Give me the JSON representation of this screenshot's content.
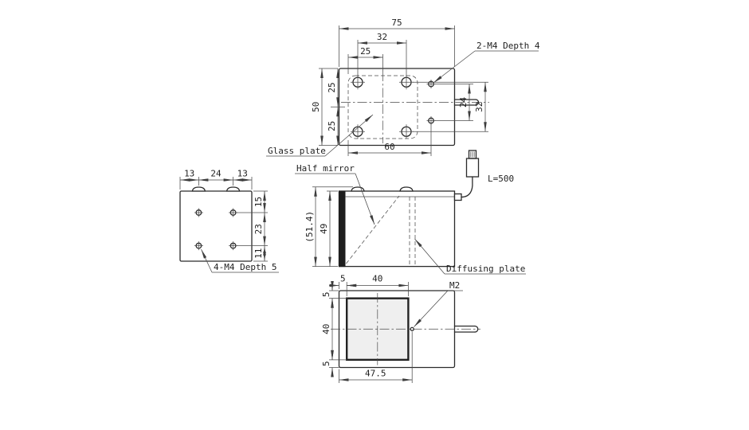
{
  "views": {
    "top": {
      "dim_width": "75",
      "dim_screw_span_x": "32",
      "dim_offset": "25",
      "dim_depth": "50",
      "dim_half_top": "25",
      "dim_half_bottom": "25",
      "dim_hole_pitch": "24",
      "dim_screw_span_y": "32",
      "dim_glass_to_hole": "60",
      "label_tap": "2-M4 Depth 4",
      "label_glass": "Glass plate"
    },
    "side": {
      "dim_left": "13",
      "dim_center": "24",
      "dim_right": "13",
      "dim_upper": "15",
      "dim_middle": "23",
      "dim_lower": "11",
      "label_tap": "4-M4 Depth 5"
    },
    "front": {
      "dim_overall_height": "(51.4)",
      "dim_body_height": "49",
      "label_half_mirror": "Half mirror",
      "label_diffusing_plate": "Diffusing plate",
      "label_cable_length": "L=500"
    },
    "bottom": {
      "dim_margin_top": "5",
      "dim_window_width": "40",
      "dim_margin_left": "5",
      "dim_window_height": "40",
      "dim_margin_bottom": "5",
      "dim_overall": "47.5",
      "label_tap": "M2"
    }
  },
  "colors": {
    "object_line": "#2b2b2b",
    "thin_line": "#4a4a4a",
    "text": "#1f1f1f",
    "emitting_face": "#1e1e1e"
  }
}
